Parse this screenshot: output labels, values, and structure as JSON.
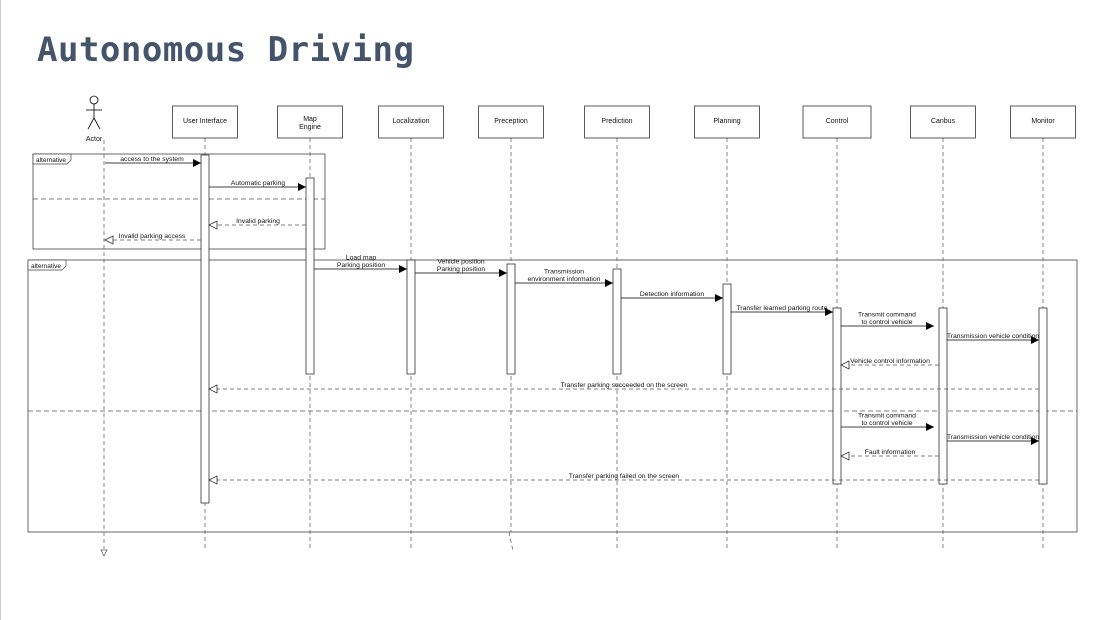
{
  "title": "Autonomous Driving",
  "actor": {
    "label": "Actor"
  },
  "participants": [
    {
      "id": "ui",
      "label": "User Interface"
    },
    {
      "id": "map",
      "label": "Map\nEngine"
    },
    {
      "id": "loc",
      "label": "Localization"
    },
    {
      "id": "perc",
      "label": "Preception"
    },
    {
      "id": "pred",
      "label": "Prediction"
    },
    {
      "id": "plan",
      "label": "Planning"
    },
    {
      "id": "ctrl",
      "label": "Control"
    },
    {
      "id": "canbus",
      "label": "Canbus"
    },
    {
      "id": "mon",
      "label": "Monitor"
    }
  ],
  "fragments": [
    {
      "operator": "alternative"
    },
    {
      "operator": "alternative"
    }
  ],
  "messages": [
    {
      "from": "actor",
      "to": "ui",
      "text": "access to the system",
      "kind": "sync"
    },
    {
      "from": "ui",
      "to": "map",
      "text": "Automatic parking",
      "kind": "sync"
    },
    {
      "from": "map",
      "to": "ui",
      "text": "Invalid parking",
      "kind": "return"
    },
    {
      "from": "ui",
      "to": "actor",
      "text": "Invalid parking access",
      "kind": "return"
    },
    {
      "from": "map",
      "to": "loc",
      "text": "Load map\nParking position",
      "kind": "sync"
    },
    {
      "from": "loc",
      "to": "perc",
      "text": "Vehicle position\nParking position",
      "kind": "sync"
    },
    {
      "from": "perc",
      "to": "pred",
      "text": "Transmission\nenvironment information",
      "kind": "sync"
    },
    {
      "from": "pred",
      "to": "plan",
      "text": "Detection information",
      "kind": "sync"
    },
    {
      "from": "plan",
      "to": "ctrl",
      "text": "Transfer learned parking route",
      "kind": "sync"
    },
    {
      "from": "ctrl",
      "to": "canbus",
      "text": "Transmit command\nto control vehicle",
      "kind": "sync"
    },
    {
      "from": "canbus",
      "to": "mon",
      "text": "Transmission vehicle condition",
      "kind": "sync"
    },
    {
      "from": "canbus",
      "to": "ctrl",
      "text": "Vehicle control information",
      "kind": "return"
    },
    {
      "from": "mon",
      "to": "ui",
      "text": "Transfer parking succeeded on the screen",
      "kind": "return"
    },
    {
      "from": "ctrl",
      "to": "canbus",
      "text": "Transmit command\nto control vehicle",
      "kind": "sync"
    },
    {
      "from": "canbus",
      "to": "mon",
      "text": "Transmission vehicle condition",
      "kind": "sync"
    },
    {
      "from": "canbus",
      "to": "ctrl",
      "text": "Fault information",
      "kind": "return"
    },
    {
      "from": "mon",
      "to": "ui",
      "text": "Transfer parking failed on the screen",
      "kind": "return"
    }
  ]
}
